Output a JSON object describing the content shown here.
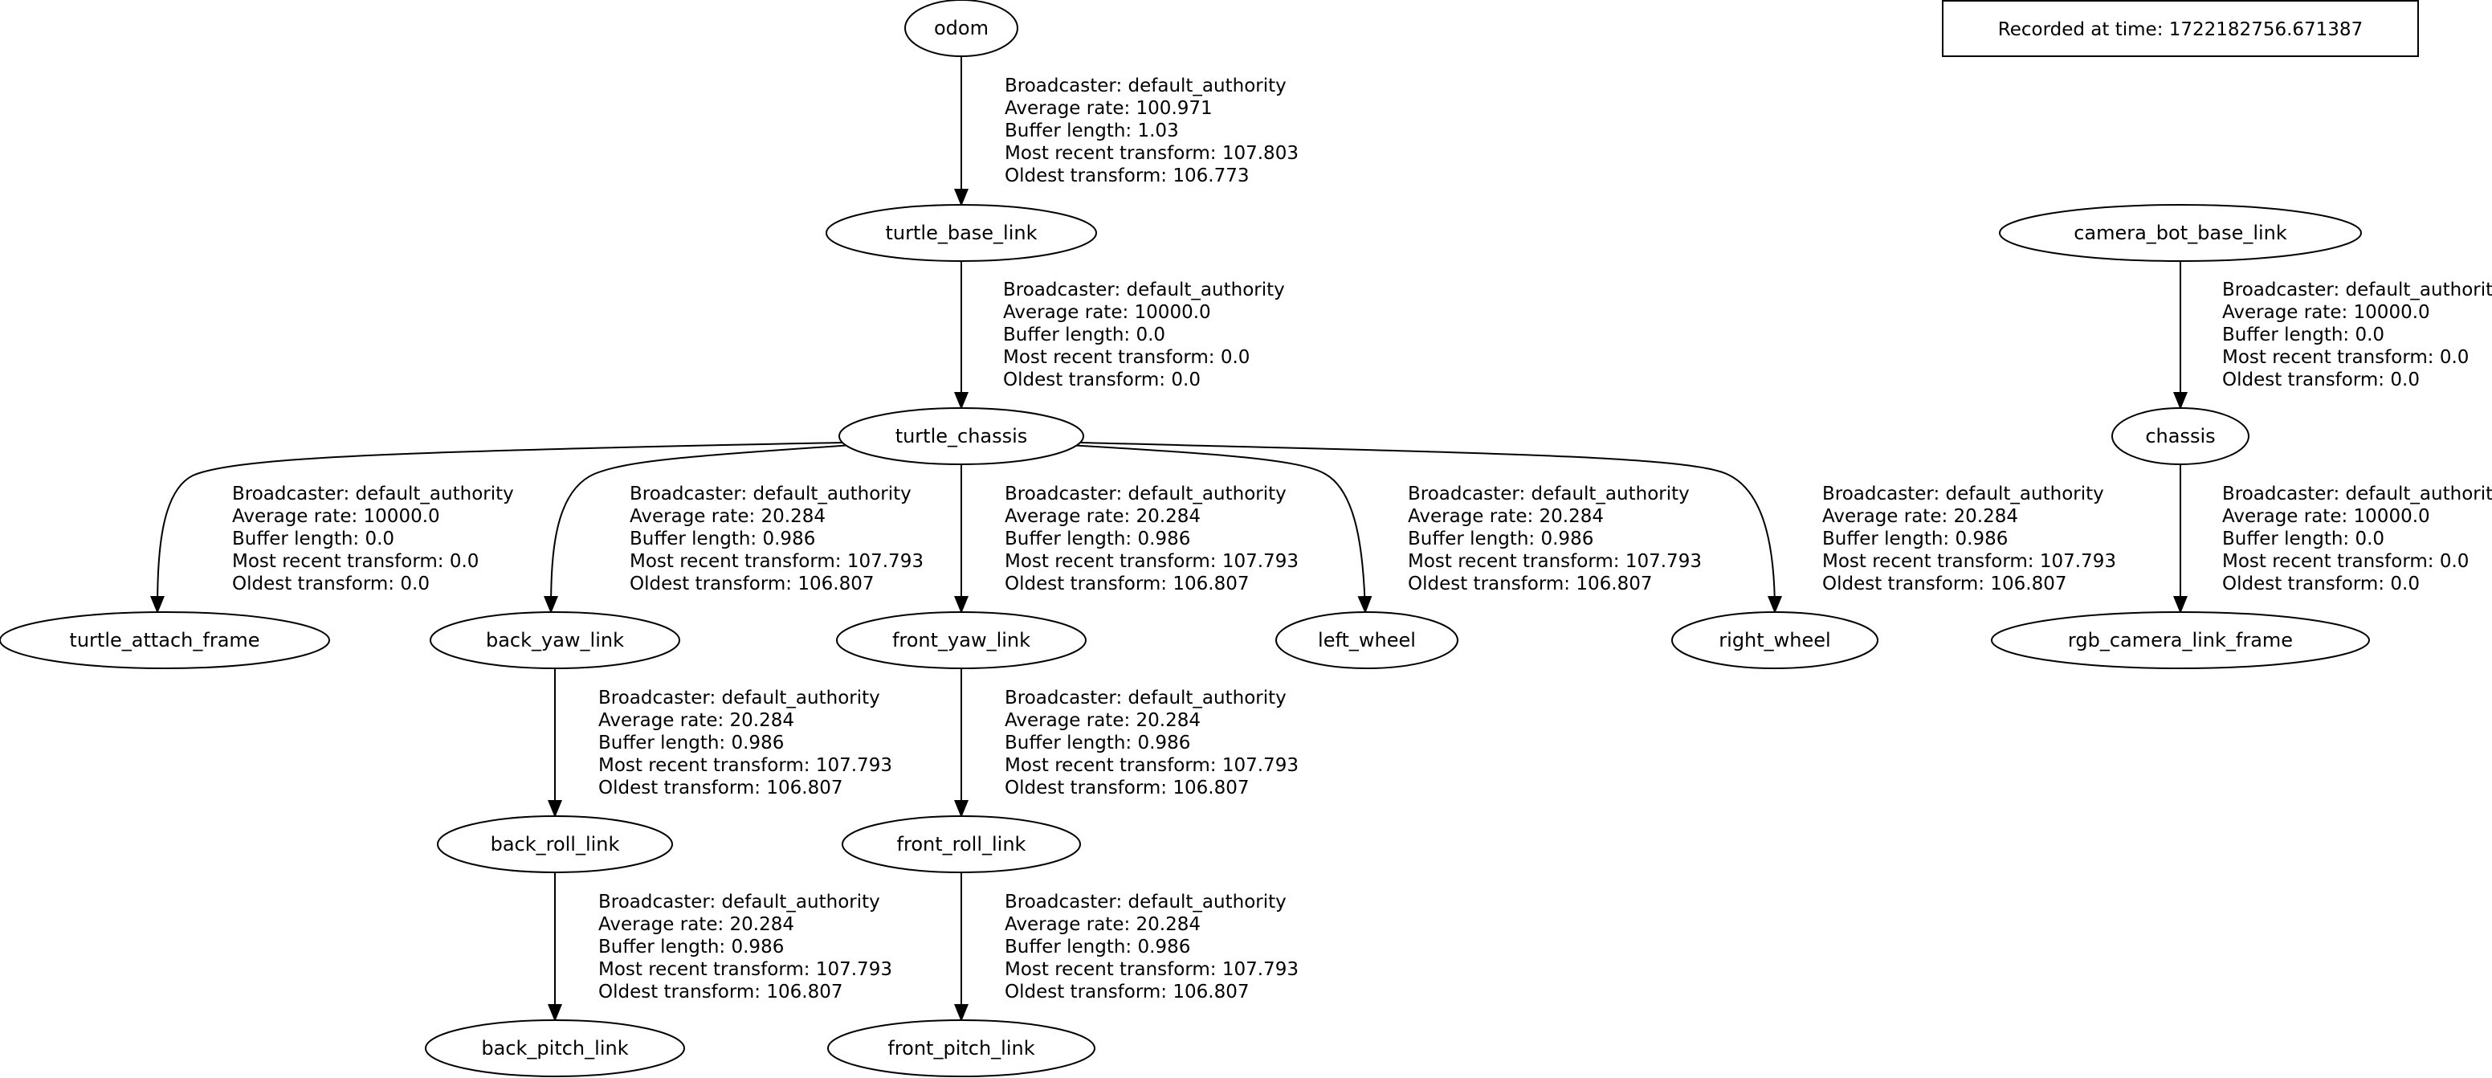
{
  "recorded_at": "Recorded at time: 1722182756.671387",
  "colors": {
    "stroke": "#000000",
    "background": "#ffffff",
    "text": "#000000"
  },
  "nodes": [
    {
      "id": "odom",
      "label": "odom"
    },
    {
      "id": "turtle_base_link",
      "label": "turtle_base_link"
    },
    {
      "id": "turtle_chassis",
      "label": "turtle_chassis"
    },
    {
      "id": "turtle_attach_frame",
      "label": "turtle_attach_frame"
    },
    {
      "id": "back_yaw_link",
      "label": "back_yaw_link"
    },
    {
      "id": "front_yaw_link",
      "label": "front_yaw_link"
    },
    {
      "id": "left_wheel",
      "label": "left_wheel"
    },
    {
      "id": "right_wheel",
      "label": "right_wheel"
    },
    {
      "id": "back_roll_link",
      "label": "back_roll_link"
    },
    {
      "id": "front_roll_link",
      "label": "front_roll_link"
    },
    {
      "id": "back_pitch_link",
      "label": "back_pitch_link"
    },
    {
      "id": "front_pitch_link",
      "label": "front_pitch_link"
    },
    {
      "id": "camera_bot_base_link",
      "label": "camera_bot_base_link"
    },
    {
      "id": "chassis",
      "label": "chassis"
    },
    {
      "id": "rgb_camera_link_frame",
      "label": "rgb_camera_link_frame"
    }
  ],
  "edges": [
    {
      "from": "odom",
      "to": "turtle_base_link",
      "lines": [
        "Broadcaster: default_authority",
        "Average rate: 100.971",
        "Buffer length: 1.03",
        "Most recent transform: 107.803",
        "Oldest transform: 106.773"
      ]
    },
    {
      "from": "turtle_base_link",
      "to": "turtle_chassis",
      "lines": [
        "Broadcaster: default_authority",
        "Average rate: 10000.0",
        "Buffer length: 0.0",
        "Most recent transform: 0.0",
        "Oldest transform: 0.0"
      ]
    },
    {
      "from": "turtle_chassis",
      "to": "turtle_attach_frame",
      "lines": [
        "Broadcaster: default_authority",
        "Average rate: 10000.0",
        "Buffer length: 0.0",
        "Most recent transform: 0.0",
        "Oldest transform: 0.0"
      ]
    },
    {
      "from": "turtle_chassis",
      "to": "back_yaw_link",
      "lines": [
        "Broadcaster: default_authority",
        "Average rate: 20.284",
        "Buffer length: 0.986",
        "Most recent transform: 107.793",
        "Oldest transform: 106.807"
      ]
    },
    {
      "from": "turtle_chassis",
      "to": "front_yaw_link",
      "lines": [
        "Broadcaster: default_authority",
        "Average rate: 20.284",
        "Buffer length: 0.986",
        "Most recent transform: 107.793",
        "Oldest transform: 106.807"
      ]
    },
    {
      "from": "turtle_chassis",
      "to": "left_wheel",
      "lines": [
        "Broadcaster: default_authority",
        "Average rate: 20.284",
        "Buffer length: 0.986",
        "Most recent transform: 107.793",
        "Oldest transform: 106.807"
      ]
    },
    {
      "from": "turtle_chassis",
      "to": "right_wheel",
      "lines": [
        "Broadcaster: default_authority",
        "Average rate: 20.284",
        "Buffer length: 0.986",
        "Most recent transform: 107.793",
        "Oldest transform: 106.807"
      ]
    },
    {
      "from": "back_yaw_link",
      "to": "back_roll_link",
      "lines": [
        "Broadcaster: default_authority",
        "Average rate: 20.284",
        "Buffer length: 0.986",
        "Most recent transform: 107.793",
        "Oldest transform: 106.807"
      ]
    },
    {
      "from": "front_yaw_link",
      "to": "front_roll_link",
      "lines": [
        "Broadcaster: default_authority",
        "Average rate: 20.284",
        "Buffer length: 0.986",
        "Most recent transform: 107.793",
        "Oldest transform: 106.807"
      ]
    },
    {
      "from": "back_roll_link",
      "to": "back_pitch_link",
      "lines": [
        "Broadcaster: default_authority",
        "Average rate: 20.284",
        "Buffer length: 0.986",
        "Most recent transform: 107.793",
        "Oldest transform: 106.807"
      ]
    },
    {
      "from": "front_roll_link",
      "to": "front_pitch_link",
      "lines": [
        "Broadcaster: default_authority",
        "Average rate: 20.284",
        "Buffer length: 0.986",
        "Most recent transform: 107.793",
        "Oldest transform: 106.807"
      ]
    },
    {
      "from": "camera_bot_base_link",
      "to": "chassis",
      "lines": [
        "Broadcaster: default_authority",
        "Average rate: 10000.0",
        "Buffer length: 0.0",
        "Most recent transform: 0.0",
        "Oldest transform: 0.0"
      ]
    },
    {
      "from": "chassis",
      "to": "rgb_camera_link_frame",
      "lines": [
        "Broadcaster: default_authority",
        "Average rate: 10000.0",
        "Buffer length: 0.0",
        "Most recent transform: 0.0",
        "Oldest transform: 0.0"
      ]
    }
  ]
}
